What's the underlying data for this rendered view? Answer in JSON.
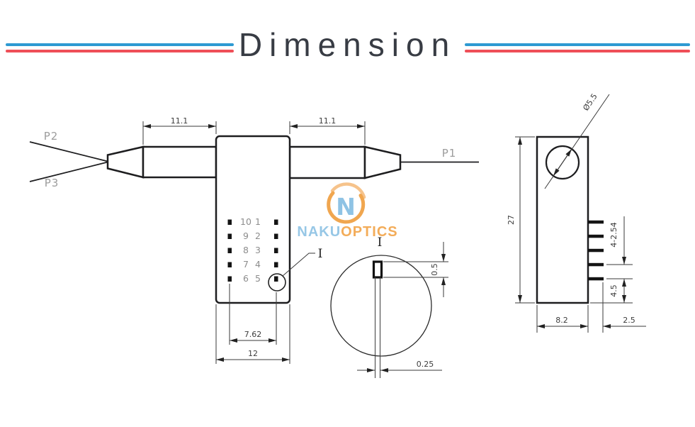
{
  "title": "Dimension",
  "colors": {
    "header_line_blue": "#2e9ad2",
    "header_line_red": "#ef4f58",
    "logo_blue": "#8fc3e4",
    "logo_orange": "#f2a64b",
    "drawing_line": "#1d1d1f",
    "dim_text": "#3d3d3d",
    "port_label": "#9c9c9c"
  },
  "logo": {
    "letter": "N",
    "word_left": "NAKU",
    "word_right": "OPTICS"
  },
  "front_view": {
    "ports": {
      "p1": "P1",
      "p2": "P2",
      "p3": "P3"
    },
    "dims": {
      "tube_left": "11.1",
      "tube_right": "11.1",
      "pin_span": "7.62",
      "body_width": "12"
    },
    "pins_left": [
      "10",
      "9",
      "8",
      "7",
      "6"
    ],
    "pins_right": [
      "1",
      "2",
      "3",
      "4",
      "5"
    ],
    "detail_label": "I"
  },
  "detail_view": {
    "label": "I",
    "dims": {
      "pin_height": "0.5",
      "pin_width": "0.25"
    }
  },
  "side_view": {
    "dims": {
      "hole_diameter": "Ø5.5",
      "body_height": "27",
      "pin_pitch": "4-2.54",
      "pin_offset": "4.5",
      "body_width": "8.2",
      "pin_length": "2.5"
    }
  }
}
